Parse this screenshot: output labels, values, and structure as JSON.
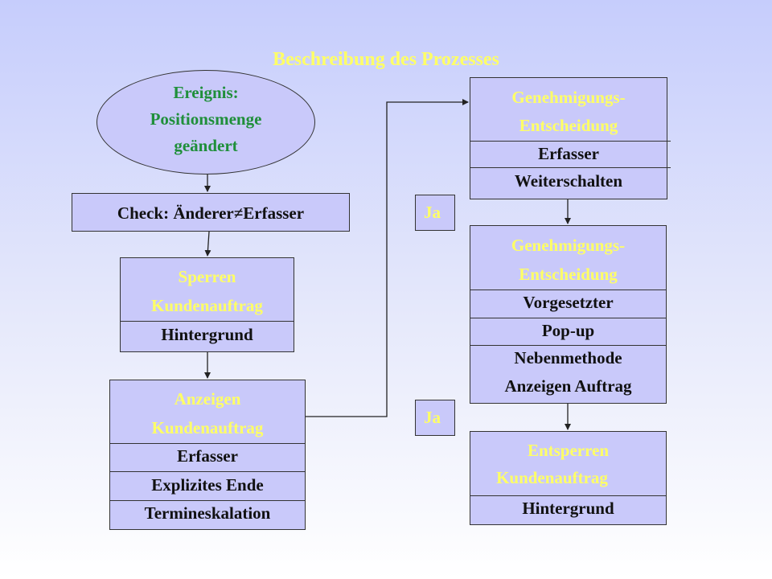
{
  "title": "Beschreibung des Prozesses",
  "event": {
    "line1": "Ereignis:",
    "line2": "Positionsmenge",
    "line3": "geändert"
  },
  "check": {
    "label": "Check: Änderer≠Erfasser"
  },
  "sperren": {
    "line1": "Sperren",
    "line2": "Kundenauftrag",
    "row1": "Hintergrund"
  },
  "anzeigen": {
    "line1": "Anzeigen",
    "line2": "Kundenauftrag",
    "row1": "Erfasser",
    "row2": "Explizites Ende",
    "row3": "Termineskalation"
  },
  "genehmigung1": {
    "line1": "Genehmigungs-",
    "line2": "Entscheidung",
    "row1": "Erfasser",
    "row2": "Weiterschalten"
  },
  "genehmigung2": {
    "line1": "Genehmigungs-",
    "line2": "Entscheidung",
    "row1": "Vorgesetzter",
    "row2": "Pop-up",
    "row3": "Nebenmethode",
    "row4": "Anzeigen Auftrag"
  },
  "entsperren": {
    "line1": "Entsperren",
    "line2": "Kundenauftrag",
    "row1": "Hintergrund"
  },
  "ja1": "Ja",
  "ja2": "Ja",
  "colors": {
    "box_fill": "#c9c9fa",
    "heading_yellow": "#ffff66",
    "event_green": "#1f8f3a",
    "text_dark": "#111111"
  }
}
